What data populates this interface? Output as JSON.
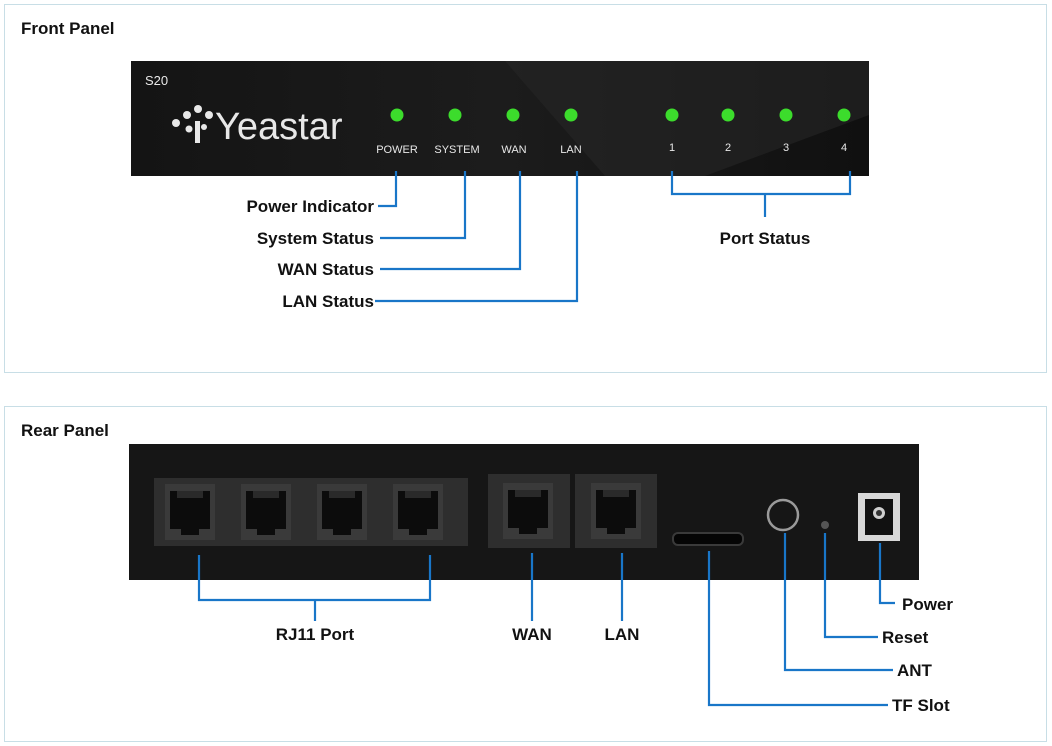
{
  "front_panel": {
    "title": "Front Panel",
    "model": "S20",
    "brand": "Yeastar",
    "led_labels": [
      "POWER",
      "SYSTEM",
      "WAN",
      "LAN"
    ],
    "port_numbers": [
      "1",
      "2",
      "3",
      "4"
    ],
    "callouts": {
      "power_indicator": "Power Indicator",
      "system_status": "System Status",
      "wan_status": "WAN Status",
      "lan_status": "LAN Status",
      "port_status": "Port Status"
    },
    "colors": {
      "device": "#161616",
      "led": "#3cdc2c",
      "callout_line": "#1976c8"
    }
  },
  "rear_panel": {
    "title": "Rear Panel",
    "callouts": {
      "rj11_port": "RJ11 Port",
      "wan": "WAN",
      "lan": "LAN",
      "power": "Power",
      "reset": "Reset",
      "ant": "ANT",
      "tf_slot": "TF Slot"
    }
  }
}
